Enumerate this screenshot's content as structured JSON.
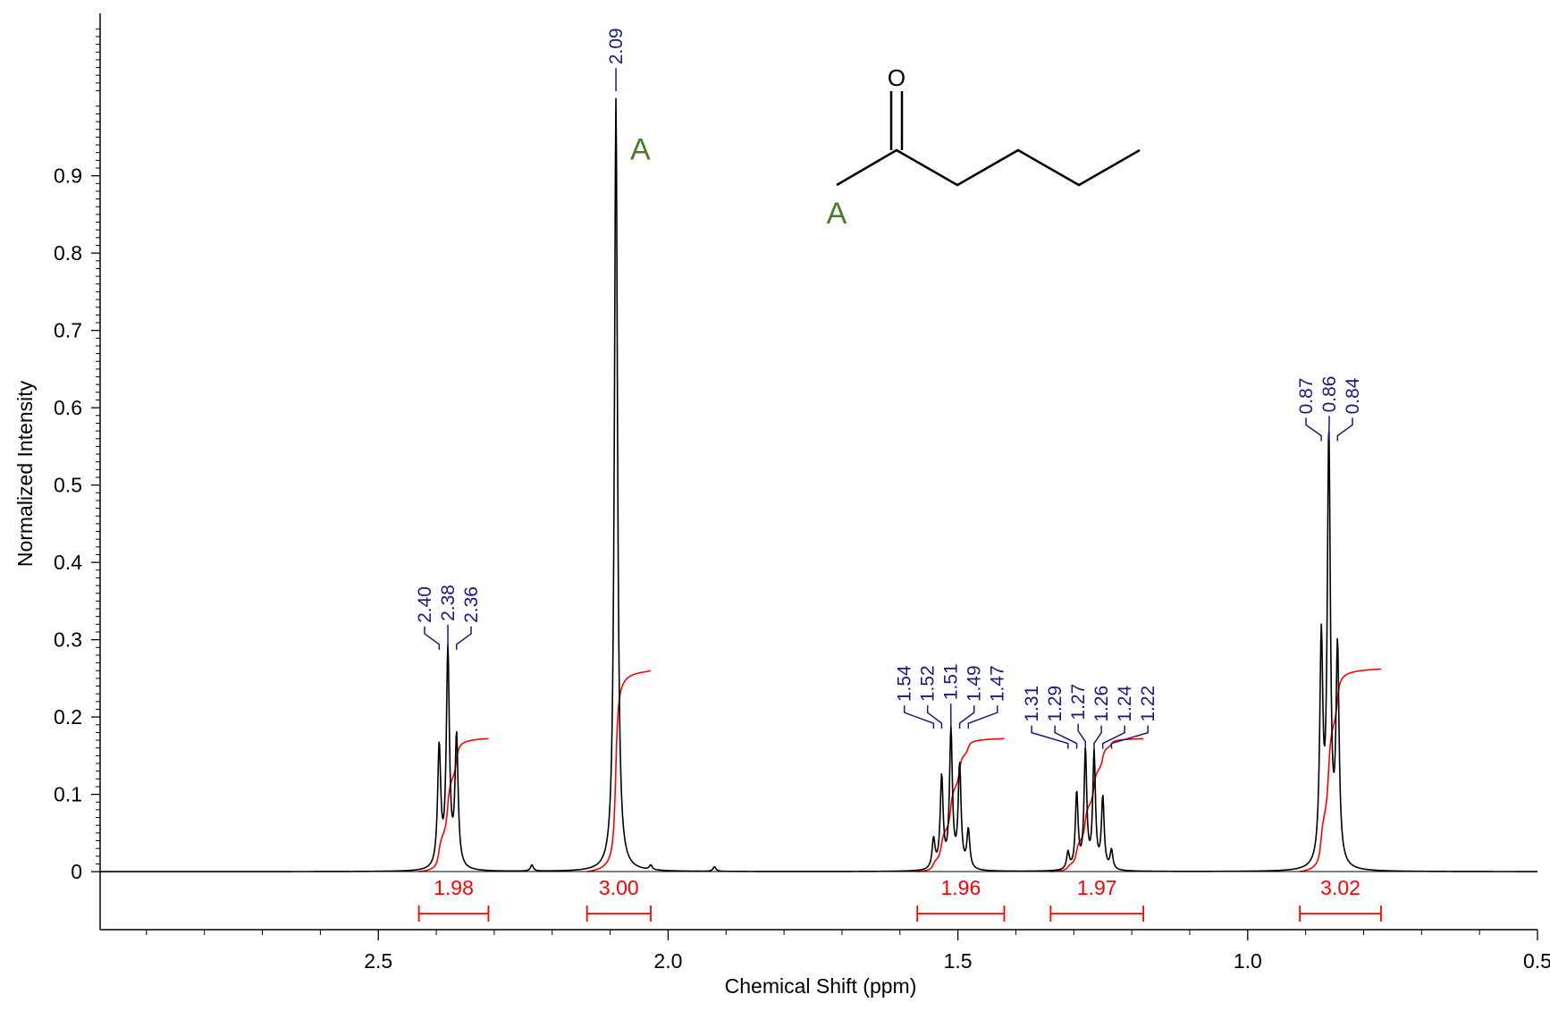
{
  "chart_data": {
    "type": "line",
    "title": "",
    "xlabel": "Chemical Shift (ppm)",
    "ylabel": "Normalized Intensity",
    "xlim": [
      2.98,
      0.5
    ],
    "ylim": [
      -0.075,
      1.11
    ],
    "x_axis_reversed": true,
    "x_ticks": [
      {
        "value": 2.5,
        "label": "2.5"
      },
      {
        "value": 2.0,
        "label": "2.0"
      },
      {
        "value": 1.5,
        "label": "1.5"
      },
      {
        "value": 1.0,
        "label": "1.0"
      },
      {
        "value": 0.5,
        "label": "0.5"
      }
    ],
    "y_ticks": [
      {
        "value": 0,
        "label": "0"
      },
      {
        "value": 0.1,
        "label": "0.1"
      },
      {
        "value": 0.2,
        "label": "0.2"
      },
      {
        "value": 0.3,
        "label": "0.3"
      },
      {
        "value": 0.4,
        "label": "0.4"
      },
      {
        "value": 0.5,
        "label": "0.5"
      },
      {
        "value": 0.6,
        "label": "0.6"
      },
      {
        "value": 0.7,
        "label": "0.7"
      },
      {
        "value": 0.8,
        "label": "0.8"
      },
      {
        "value": 0.9,
        "label": "0.9"
      }
    ],
    "grid": false,
    "spectrum_color": "#000000",
    "integral_color": "#ff0000",
    "peak_label_color": "#1a1a80",
    "assignment_color": "#4a7a2a",
    "peaks": [
      {
        "ppm": 2.395,
        "height": 0.155,
        "width": 0.0032
      },
      {
        "ppm": 2.38,
        "height": 0.28,
        "width": 0.0032
      },
      {
        "ppm": 2.365,
        "height": 0.168,
        "width": 0.0032
      },
      {
        "ppm": 2.09,
        "height": 1.0,
        "width": 0.0032
      },
      {
        "ppm": 2.235,
        "height": 0.008,
        "width": 0.003
      },
      {
        "ppm": 2.03,
        "height": 0.006,
        "width": 0.003
      },
      {
        "ppm": 1.92,
        "height": 0.006,
        "width": 0.003
      },
      {
        "ppm": 1.542,
        "height": 0.038,
        "width": 0.003
      },
      {
        "ppm": 1.528,
        "height": 0.118,
        "width": 0.003
      },
      {
        "ppm": 1.512,
        "height": 0.178,
        "width": 0.003
      },
      {
        "ppm": 1.497,
        "height": 0.132,
        "width": 0.003
      },
      {
        "ppm": 1.482,
        "height": 0.05,
        "width": 0.003
      },
      {
        "ppm": 1.31,
        "height": 0.022,
        "width": 0.0028
      },
      {
        "ppm": 1.295,
        "height": 0.098,
        "width": 0.0028
      },
      {
        "ppm": 1.28,
        "height": 0.152,
        "width": 0.0028
      },
      {
        "ppm": 1.265,
        "height": 0.149,
        "width": 0.0028
      },
      {
        "ppm": 1.25,
        "height": 0.092,
        "width": 0.0028
      },
      {
        "ppm": 1.235,
        "height": 0.025,
        "width": 0.0028
      },
      {
        "ppm": 0.873,
        "height": 0.285,
        "width": 0.0032
      },
      {
        "ppm": 0.86,
        "height": 0.55,
        "width": 0.0032
      },
      {
        "ppm": 0.845,
        "height": 0.275,
        "width": 0.0032
      }
    ],
    "peak_labels": [
      {
        "text": "2.40",
        "ppm": 2.395,
        "peak_height": 0.155
      },
      {
        "text": "2.38",
        "ppm": 2.38,
        "peak_height": 0.28
      },
      {
        "text": "2.36",
        "ppm": 2.365,
        "peak_height": 0.168
      },
      {
        "text": "2.09",
        "ppm": 2.09,
        "peak_height": 1.0
      },
      {
        "text": "1.54",
        "ppm": 1.542,
        "peak_height": 0.038
      },
      {
        "text": "1.52",
        "ppm": 1.528,
        "peak_height": 0.118
      },
      {
        "text": "1.51",
        "ppm": 1.512,
        "peak_height": 0.178
      },
      {
        "text": "1.49",
        "ppm": 1.497,
        "peak_height": 0.132
      },
      {
        "text": "1.47",
        "ppm": 1.482,
        "peak_height": 0.05
      },
      {
        "text": "1.31",
        "ppm": 1.31,
        "peak_height": 0.022
      },
      {
        "text": "1.29",
        "ppm": 1.295,
        "peak_height": 0.098
      },
      {
        "text": "1.27",
        "ppm": 1.28,
        "peak_height": 0.152
      },
      {
        "text": "1.26",
        "ppm": 1.265,
        "peak_height": 0.149
      },
      {
        "text": "1.24",
        "ppm": 1.25,
        "peak_height": 0.092
      },
      {
        "text": "1.22",
        "ppm": 1.235,
        "peak_height": 0.025
      },
      {
        "text": "0.87",
        "ppm": 0.873,
        "peak_height": 0.285
      },
      {
        "text": "0.86",
        "ppm": 0.86,
        "peak_height": 0.55
      },
      {
        "text": "0.84",
        "ppm": 0.845,
        "peak_height": 0.275
      }
    ],
    "integrals": [
      {
        "value": "1.98",
        "from": 2.43,
        "to": 2.31,
        "curve_end": 0.172
      },
      {
        "value": "3.00",
        "from": 2.14,
        "to": 2.03,
        "curve_end": 0.26
      },
      {
        "value": "1.96",
        "from": 1.57,
        "to": 1.42,
        "curve_end": 0.172
      },
      {
        "value": "1.97",
        "from": 1.34,
        "to": 1.18,
        "curve_end": 0.172
      },
      {
        "value": "3.02",
        "from": 0.91,
        "to": 0.77,
        "curve_end": 0.262
      }
    ],
    "assignments": [
      {
        "text": "A",
        "ppm": 2.05,
        "y": 0.935
      }
    ],
    "structure": {
      "atom_label": "O",
      "assignment_label": "A"
    }
  }
}
